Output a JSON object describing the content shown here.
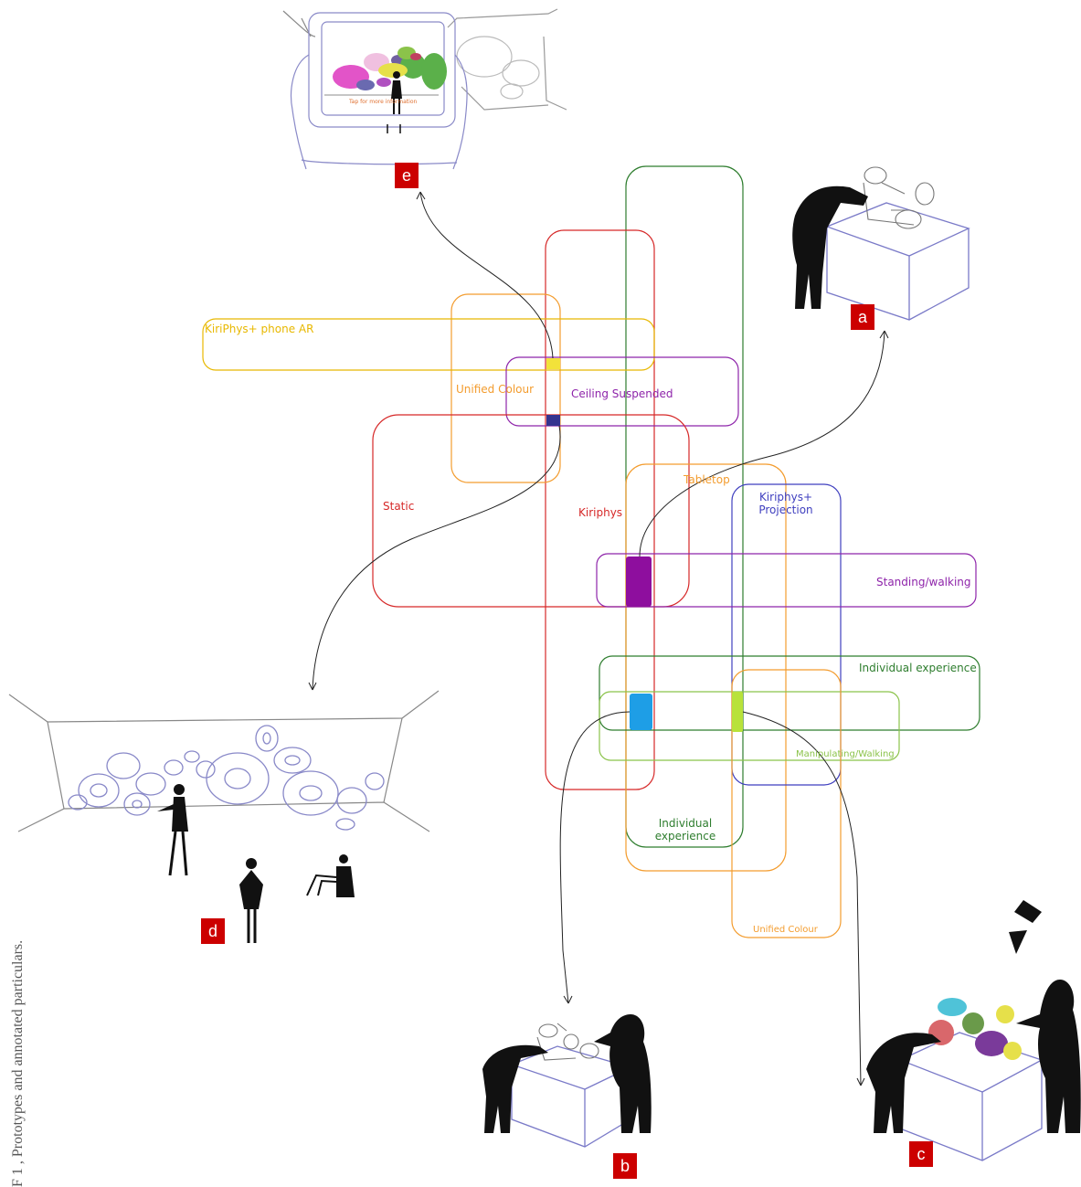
{
  "colors": {
    "red": "#d62828",
    "green": "#2e7d2e",
    "orange": "#f39c2e",
    "yellow": "#e8b800",
    "purple": "#8e24aa",
    "blue": "#3f3fbf",
    "lightgreen": "#8bc34a",
    "magenta": "#8e0e9e",
    "cyan": "#1e9ee6",
    "lime": "#b8e23a",
    "navy": "#34348f",
    "badge": "#cc0000"
  },
  "labels": {
    "phone_ar": "KiriPhys+ phone AR",
    "unified_colour_top": "Unified Colour",
    "ceiling": "Ceiling Suspended",
    "static": "Static",
    "kiriphys": "Kiriphys",
    "tabletop": "Tabletop",
    "projection": "Kiriphys+\nProjection",
    "standing": "Standing/walking",
    "individual_right": "Individual experience",
    "manipulating": "Manipulating/Walking",
    "individual_bottom": "Individual\nexperience",
    "unified_colour_bottom": "Unified Colour",
    "tablet_text": "Tap for more information"
  },
  "badges": {
    "a": "a",
    "b": "b",
    "c": "c",
    "d": "d",
    "e": "e"
  },
  "side_caption": "F 1 , Prototypes and annotated particulars."
}
